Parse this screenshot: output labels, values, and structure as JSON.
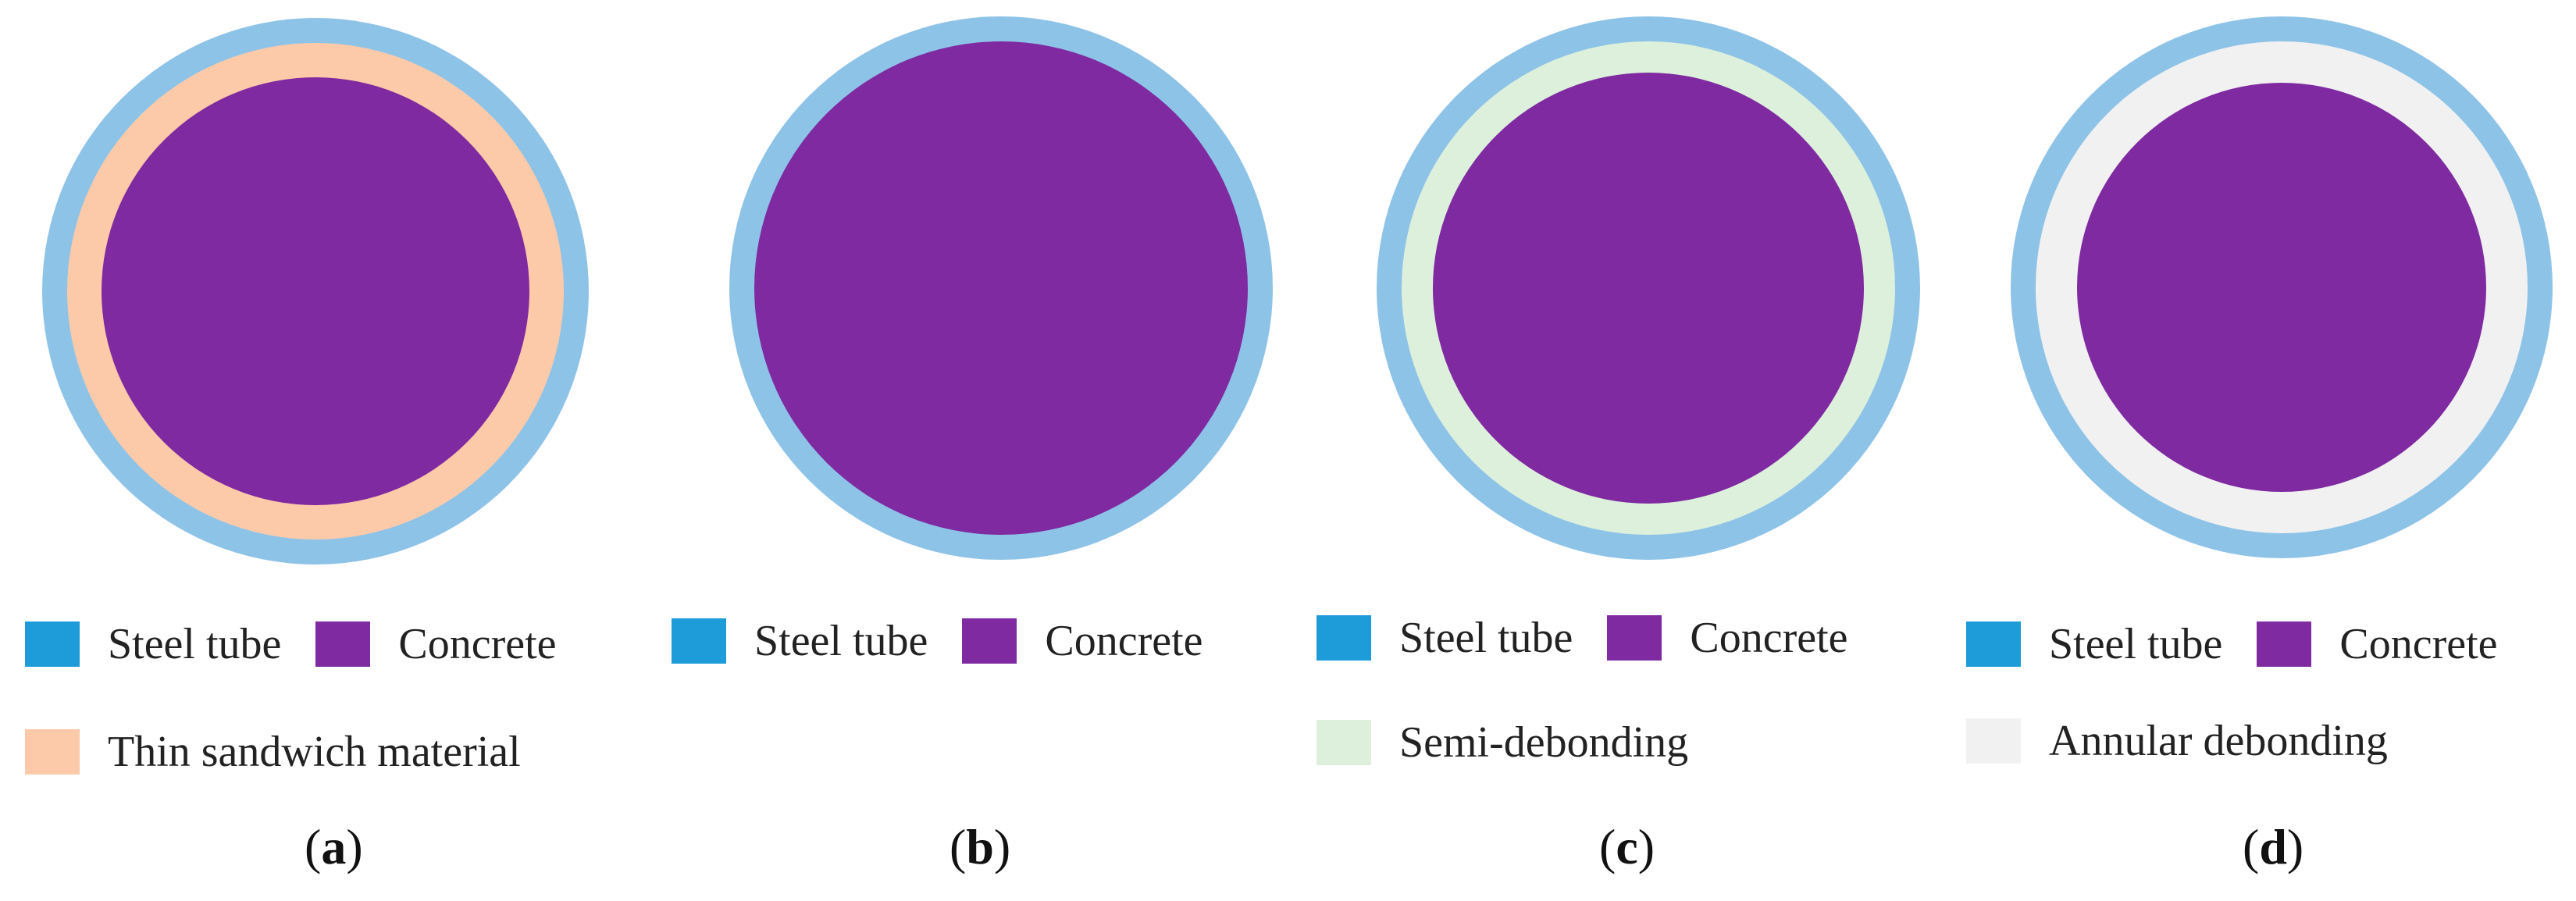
{
  "colors": {
    "steel_tube_ring": "#8ec3e8",
    "steel_tube_swatch": "#1d9cd9",
    "concrete": "#7f2aa1",
    "thin_sandwich": "#fdcaa9",
    "semi_debonding": "#ddf0dc",
    "annular_debonding": "#f1f1f1"
  },
  "panels": [
    {
      "id": "a",
      "caption_open": "(",
      "caption_letter": "a",
      "caption_close": ")",
      "legend": [
        "Steel tube",
        "Concrete"
      ],
      "extra_label": "Thin sandwich material",
      "extra_color_key": "thin_sandwich",
      "icon": "circle-section-icon"
    },
    {
      "id": "b",
      "caption_open": "(",
      "caption_letter": "b",
      "caption_close": ")",
      "legend": [
        "Steel tube",
        "Concrete"
      ],
      "extra_label": "",
      "extra_color_key": "",
      "icon": "circle-section-icon"
    },
    {
      "id": "c",
      "caption_open": "(",
      "caption_letter": "c",
      "caption_close": ")",
      "legend": [
        "Steel tube",
        "Concrete"
      ],
      "extra_label": "Semi-debonding",
      "extra_color_key": "semi_debonding",
      "icon": "circle-section-icon"
    },
    {
      "id": "d",
      "caption_open": "(",
      "caption_letter": "d",
      "caption_close": ")",
      "legend": [
        "Steel tube",
        "Concrete"
      ],
      "extra_label": "Annular debonding",
      "extra_color_key": "annular_debonding",
      "icon": "circle-section-icon"
    }
  ]
}
